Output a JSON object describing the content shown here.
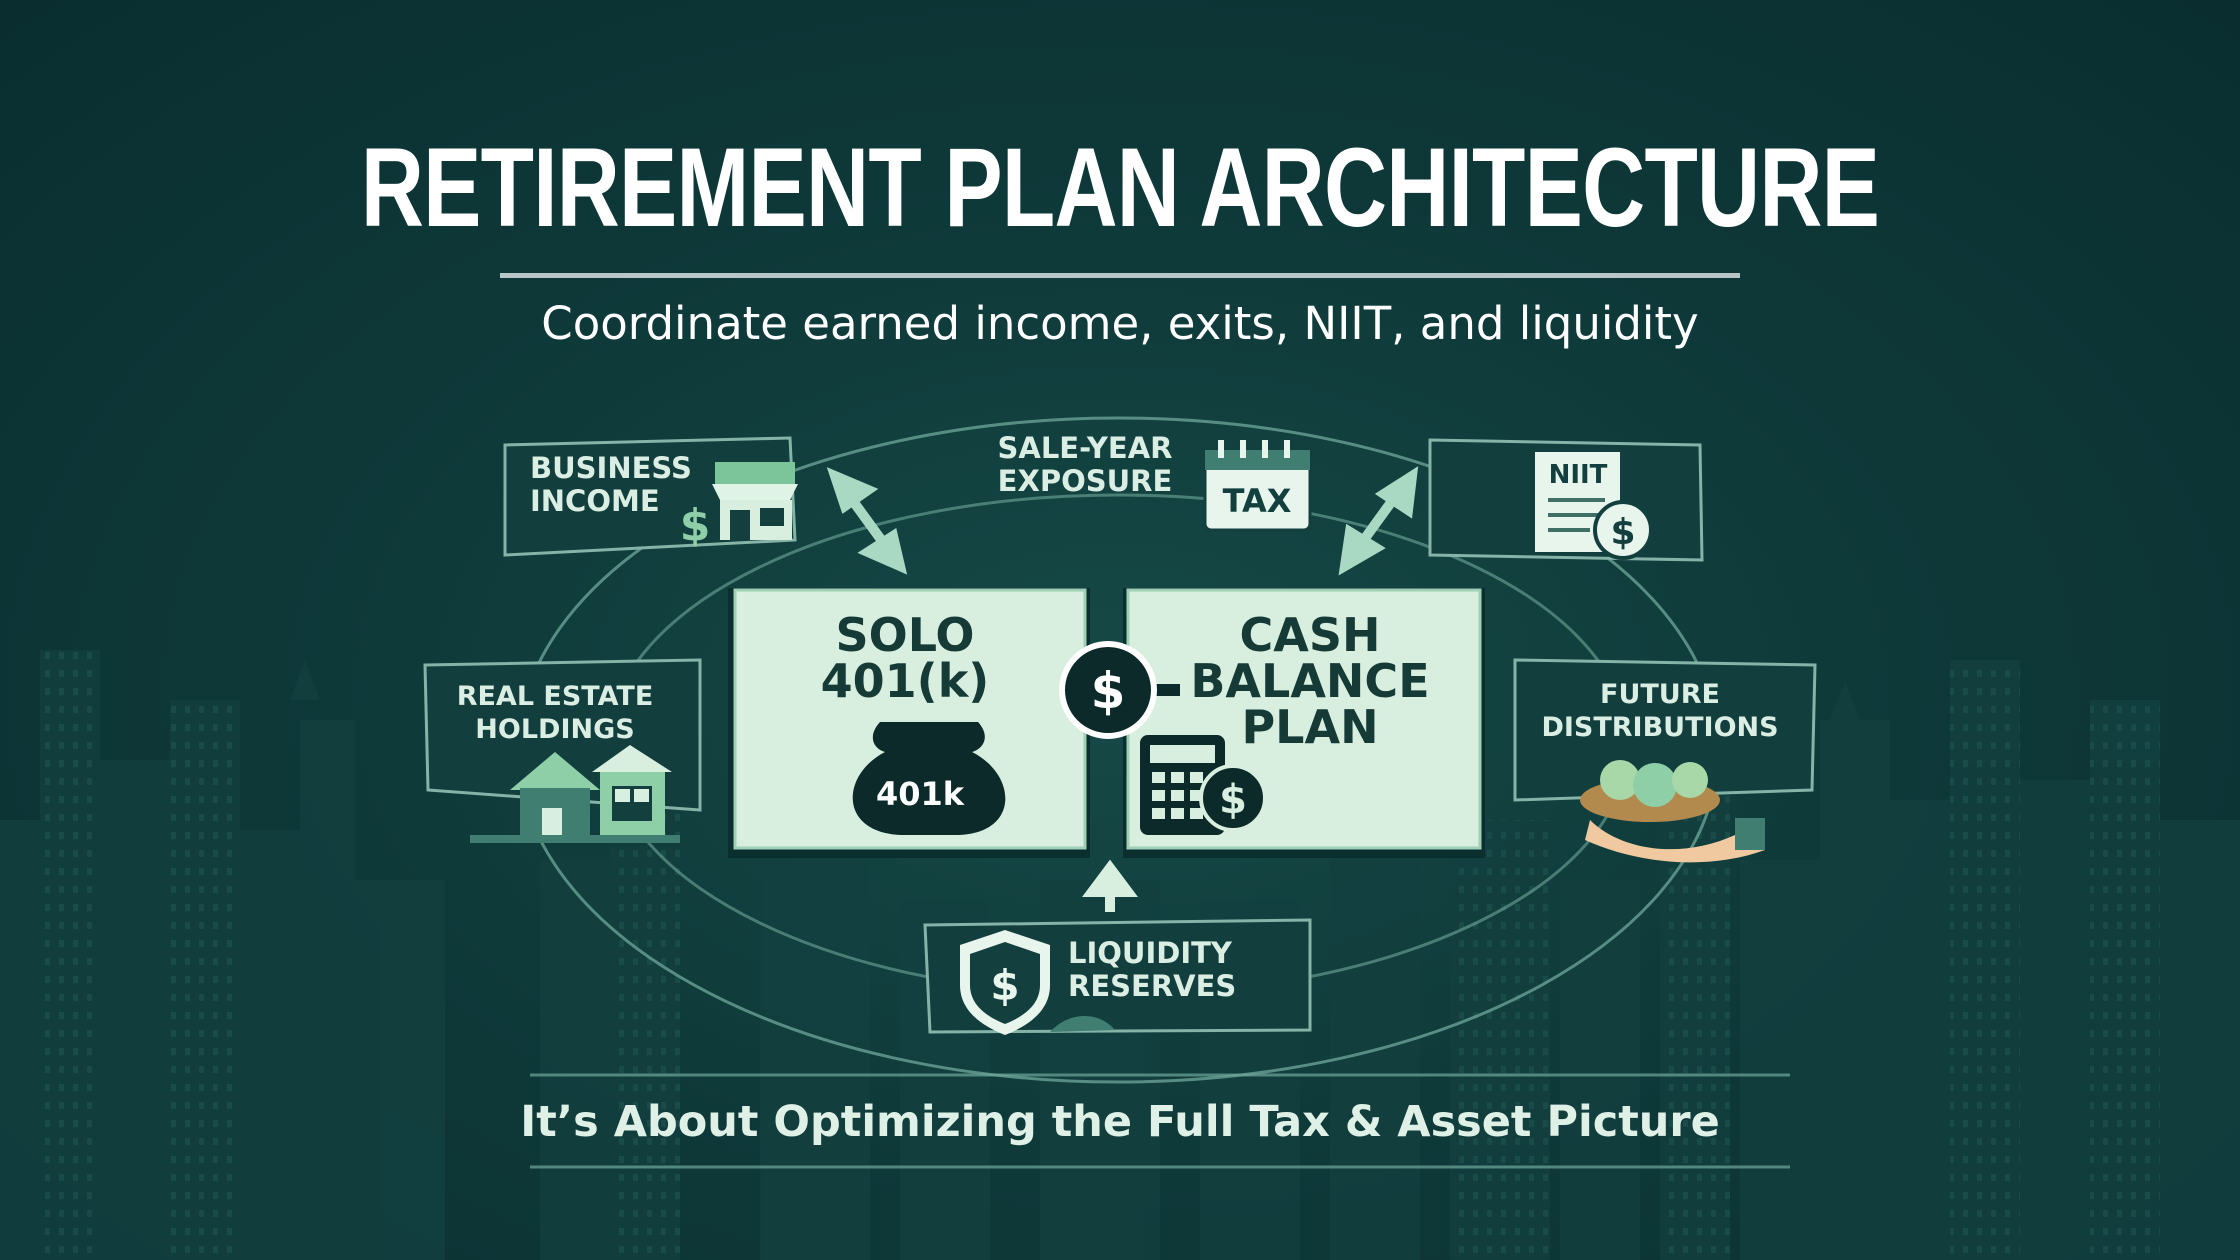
{
  "header": {
    "title": "RETIREMENT PLAN ARCHITECTURE",
    "subtitle": "Coordinate earned income, exits, NIIT, and liquidity"
  },
  "nodes": {
    "business_income": "BUSINESS\nINCOME",
    "sale_year_exposure": "SALE-YEAR\nEXPOSURE",
    "niit": "NIIT",
    "real_estate_holdings": "REAL ESTATE\nHOLDINGS",
    "future_distributions": "FUTURE\nDISTRIBUTIONS",
    "liquidity_reserves": "LIQUIDITY\nRESERVES"
  },
  "plans": {
    "solo_401k": "SOLO\n401(k)",
    "cash_balance": "CASH\nBALANCE\nPLAN"
  },
  "icon_text": {
    "tax": "TAX",
    "bag": "401k",
    "dollar": "$"
  },
  "footer": {
    "tagline": "It’s About Optimizing the Full Tax & Asset Picture"
  },
  "colors": {
    "background": "#0f3a3a",
    "panel": "#d8efe0",
    "accent": "#8fcfa8",
    "line": "#6fa89a"
  }
}
